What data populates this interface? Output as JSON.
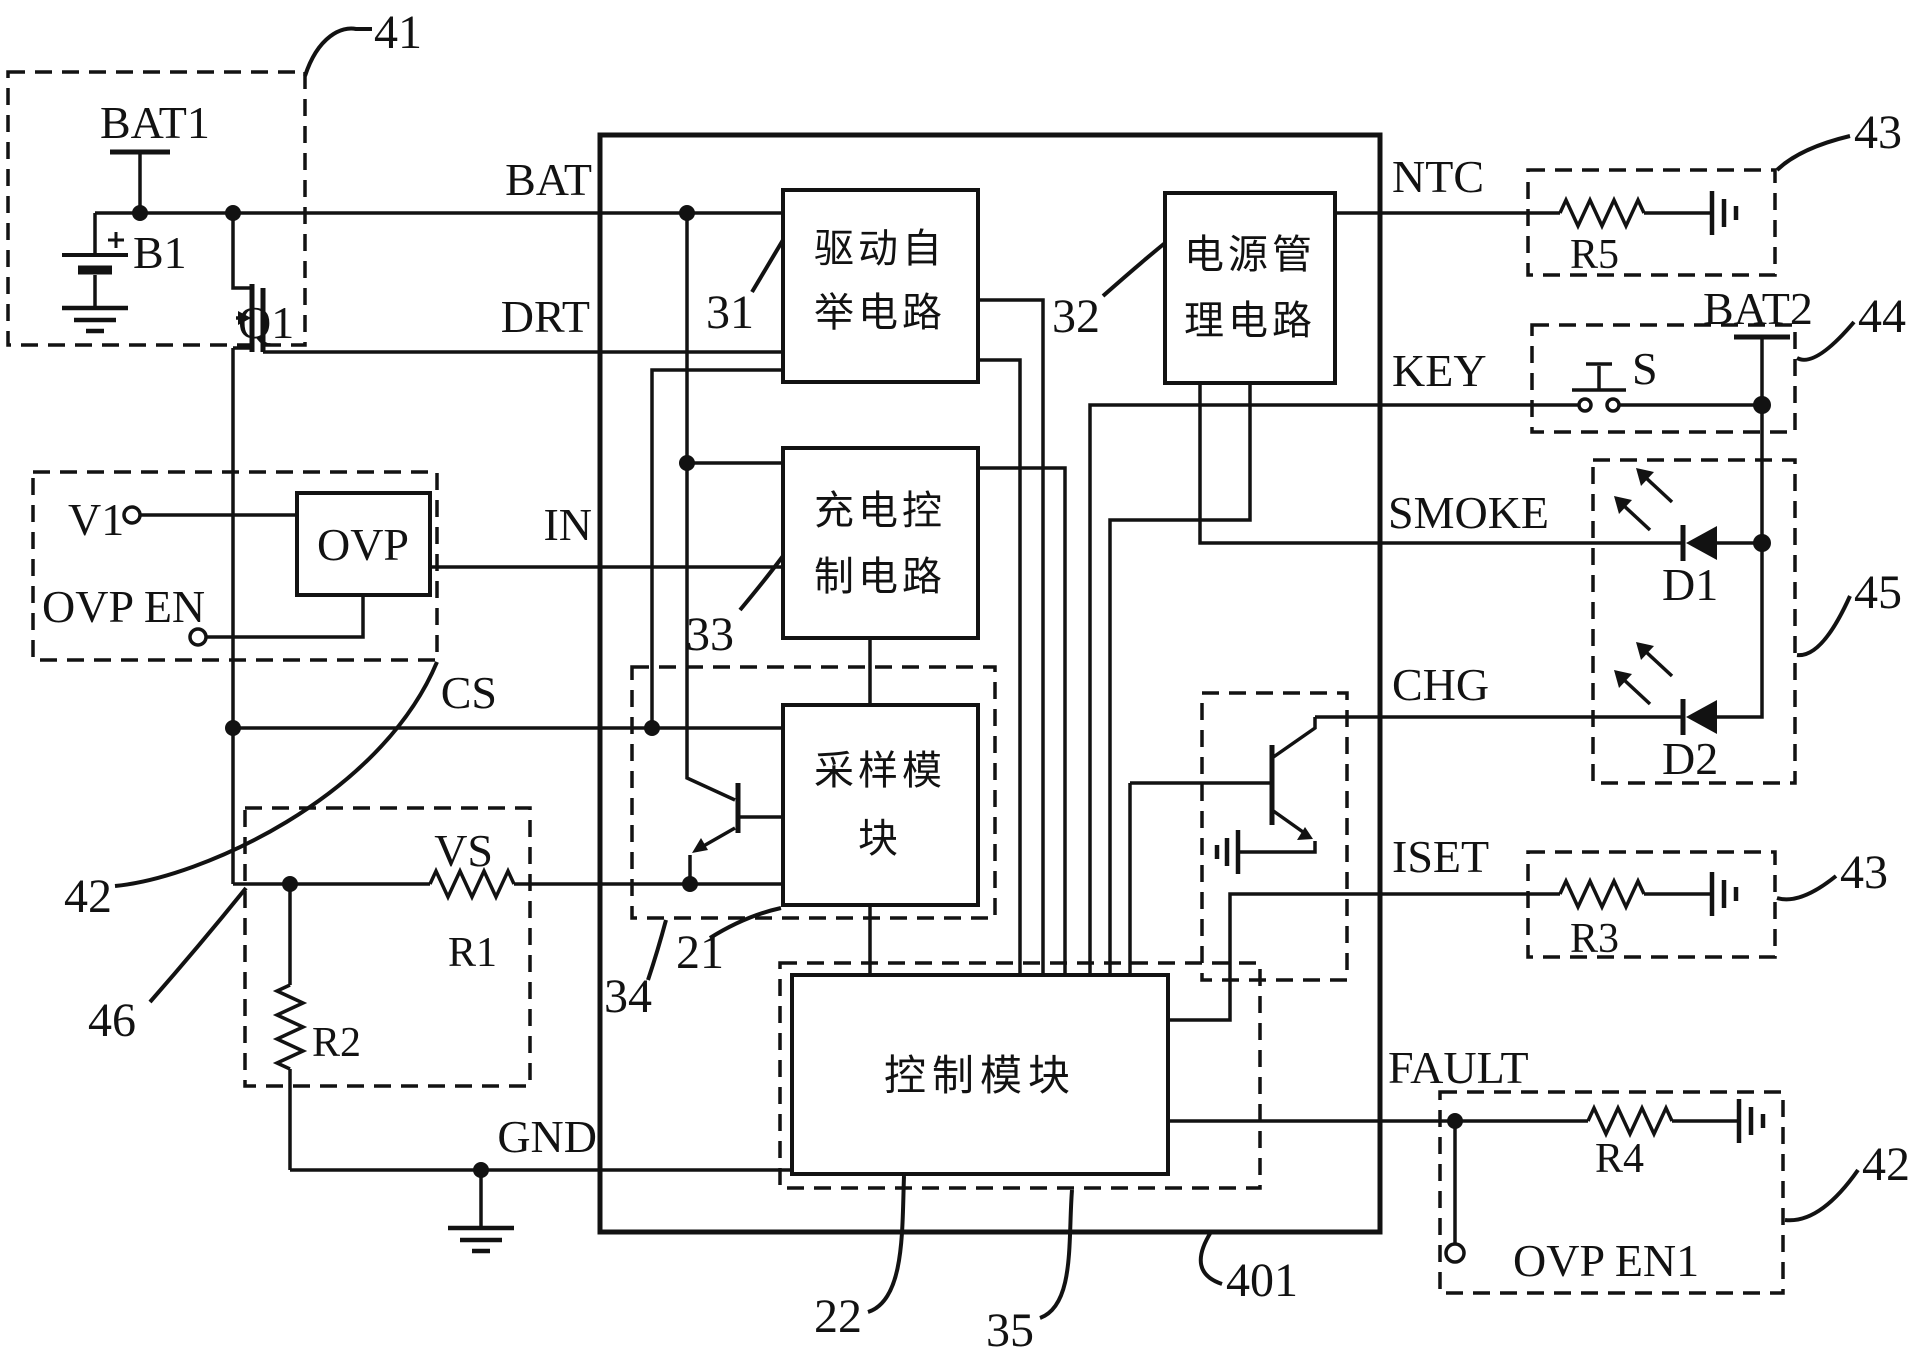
{
  "figure_type": "patent battery-charger circuit schematic",
  "colors": {
    "ink": "#121212",
    "background": "#ffffff"
  },
  "modules": {
    "m31": {
      "l1": "驱动自",
      "l2": "举电路"
    },
    "m32": {
      "l1": "电源管",
      "l2": "理电路"
    },
    "m33": {
      "l1": "充电控",
      "l2": "制电路"
    },
    "m21": {
      "l1": "采样模",
      "l2": "块"
    },
    "m22": {
      "l1": "控制模块"
    }
  },
  "pins": {
    "left": {
      "bat": "BAT",
      "drt": "DRT",
      "in_": "IN",
      "cs": "CS",
      "vs": "VS",
      "gnd": "GND"
    },
    "right": {
      "ntc": "NTC",
      "key": "KEY",
      "smoke": "SMOKE",
      "chg": "CHG",
      "iset": "ISET",
      "fault": "FAULT"
    }
  },
  "parts": {
    "bat1": "BAT1",
    "b1": "B1",
    "q1": "Q1",
    "v1": "V1",
    "ovp": "OVP",
    "ovp_en": "OVP EN",
    "ovp_en1": "OVP EN1",
    "r1": "R1",
    "r2": "R2",
    "r3": "R3",
    "r4": "R4",
    "r5": "R5",
    "s": "S",
    "bat2": "BAT2",
    "d1": "D1",
    "d2": "D2"
  },
  "refs": {
    "n41": "41",
    "n42_left": "42",
    "n42_right": "42",
    "n43_top": "43",
    "n43_bottom": "43",
    "n44": "44",
    "n45": "45",
    "n46": "46",
    "n31": "31",
    "n32": "32",
    "n33": "33",
    "n34": "34",
    "n35": "35",
    "n21": "21",
    "n22": "22",
    "n401": "401"
  }
}
